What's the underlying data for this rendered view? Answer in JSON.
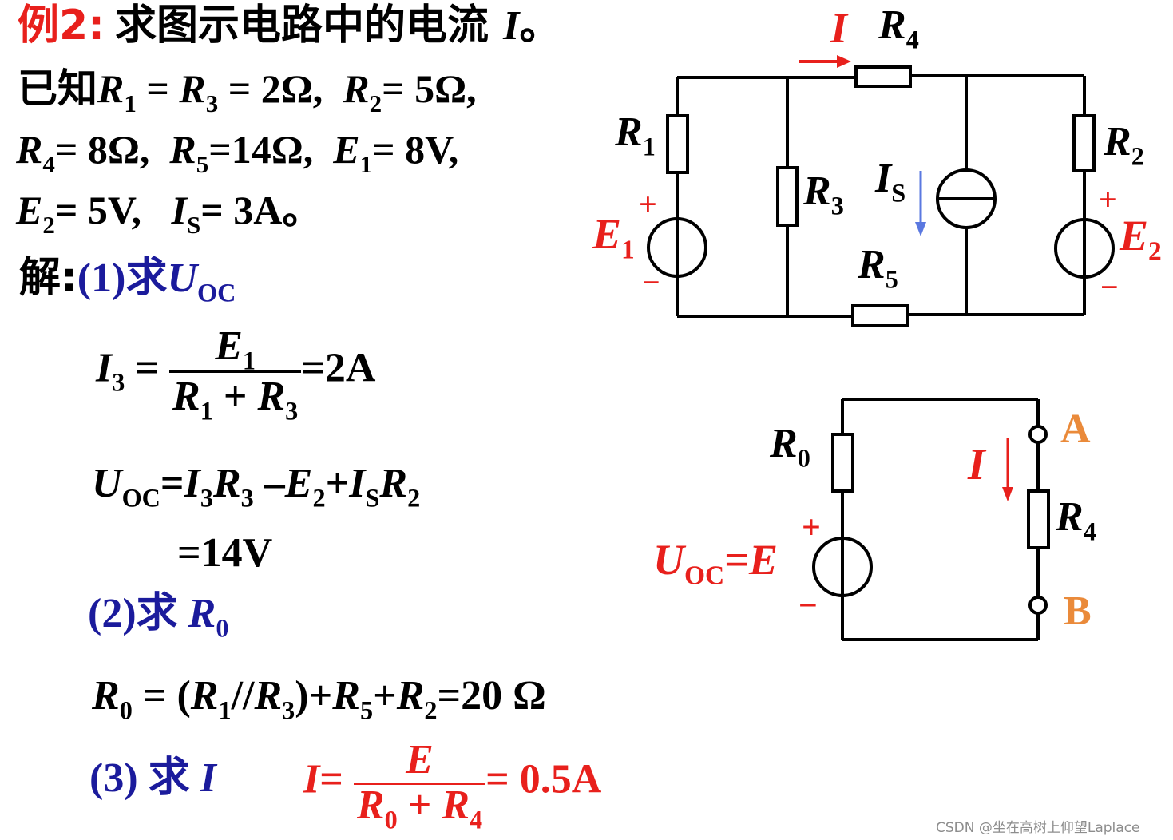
{
  "header": {
    "label": "例2:",
    "question": "求图示电路中的电流 I。"
  },
  "given": {
    "line1": "已知R1 = R3 = 2Ω, R2= 5Ω,",
    "line2": "R4= 8Ω, R5=14Ω, E1= 8V,",
    "line3": "E2= 5V, IS= 3A。"
  },
  "solution": {
    "label": "解:",
    "step1": "(1)求UOC",
    "eq_i3": "I3 = E1 / (R1 + R3) =2A",
    "eq_uoc": "UOC=I3R3 −E2+ISR2",
    "eq_uoc_result": "=14V",
    "step2": "(2)求 R0",
    "eq_r0": "R0 = (R1//R3)+R5+R2=20 Ω",
    "step3": "(3) 求 I",
    "eq_i": "I= E / (R0 + R4) = 0.5A"
  },
  "circuit1": {
    "labels": [
      "I",
      "R4",
      "R1",
      "R3",
      "IS",
      "R2",
      "E1",
      "E2",
      "R5",
      "+",
      "−",
      "+",
      "−"
    ]
  },
  "circuit2": {
    "labels": [
      "R0",
      "I",
      "A",
      "R4",
      "UOC=E",
      "+",
      "−",
      "B"
    ]
  },
  "colors": {
    "red": "#e8201c",
    "blue": "#1b1b9c",
    "orange": "#ea8a3a",
    "arrow_blue": "#5a78e0"
  },
  "watermark": "CSDN @坐在高树上仰望Laplace"
}
